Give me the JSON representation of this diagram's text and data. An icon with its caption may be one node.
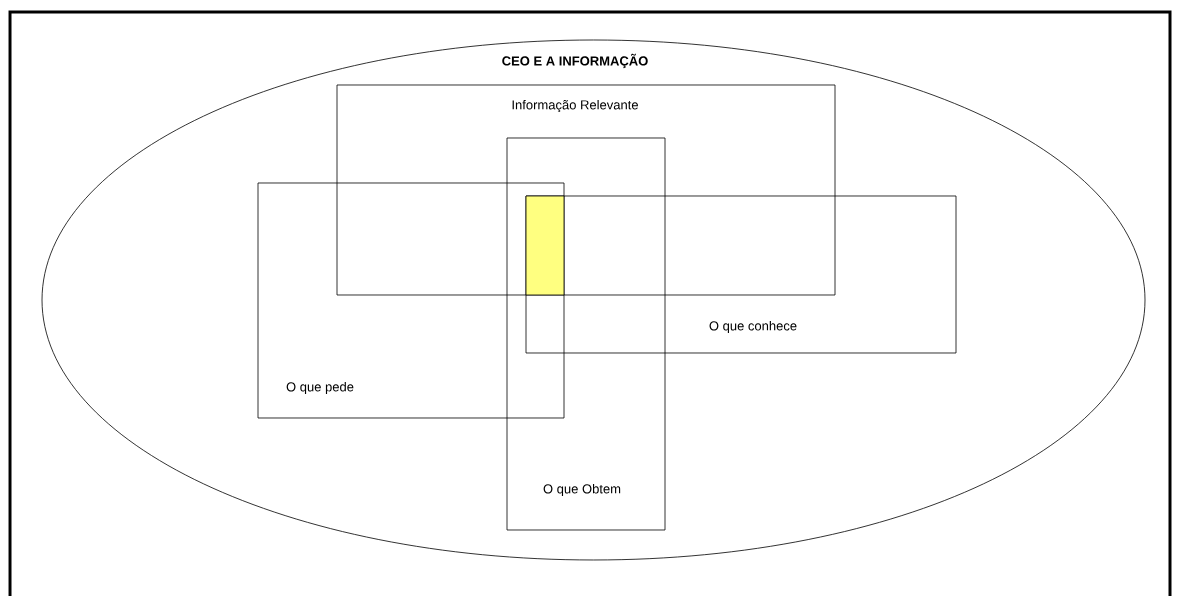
{
  "diagram": {
    "nodes": [
      {
        "text": [
          "CEO E A INFORMAÇÃO"
        ]
      },
      {
        "text": [
          "Informação Relevante"
        ],
        "in": 0
      },
      {
        "text": [
          "O que Obtem"
        ],
        "in": 0
      },
      {
        "text": [
          "O que pede"
        ],
        "in": 0
      },
      {
        "text": [
          "O que conhece"
        ],
        "in": 0
      },
      {
        "text": [],
        "shape": "box"
      }
    ]
  }
}
